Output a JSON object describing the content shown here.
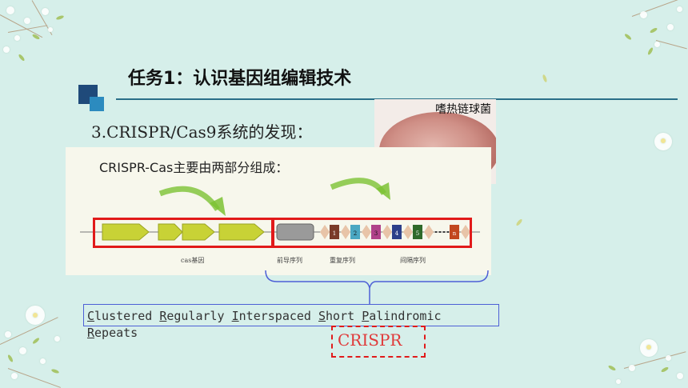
{
  "slide": {
    "title": "任务1：认识基因组编辑技术",
    "section": "3.CRISPR/Cas9系统的发现：",
    "photo_label": "嗜热链球菌",
    "panel_title": "CRISPR-Cas主要由两部分组成：",
    "captions": {
      "cas": "cas基因",
      "leader": "前导序列",
      "repeat": "重复序列",
      "spacer": "间隔序列"
    },
    "spacer_numbers": [
      "1",
      "2",
      "3",
      "4",
      "5",
      "n"
    ],
    "full_name": {
      "w1_first": "C",
      "w1_rest": "lustered ",
      "w2_first": "R",
      "w2_rest": "egularly ",
      "w3_first": "I",
      "w3_rest": "nterspaced ",
      "w4_first": "S",
      "w4_rest": "hort ",
      "w5_first": "P",
      "w5_rest": "alindromic",
      "w6_first": "R",
      "w6_rest": "epeats"
    },
    "acronym": "CRISPR"
  },
  "colors": {
    "background": "#d6efea",
    "title_rule": "#2a6f88",
    "red_box": "#e11a1a",
    "blue_box": "#4d5fd6",
    "gene_arrow": "#c8d236",
    "green_arrow": "#7cc234"
  }
}
